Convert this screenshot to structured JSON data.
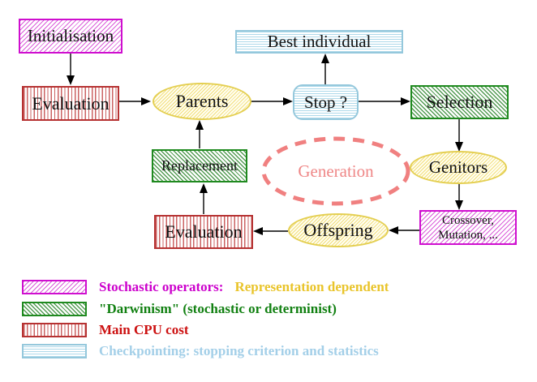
{
  "nodes": {
    "initialisation": "Initialisation",
    "evaluation_top": "Evaluation",
    "parents": "Parents",
    "stop": "Stop ?",
    "best_individual": "Best individual",
    "selection": "Selection",
    "genitors": "Genitors",
    "crossover_line1": "Crossover,",
    "crossover_line2": "Mutation, ...",
    "offspring": "Offspring",
    "evaluation_bottom": "Evaluation",
    "replacement": "Replacement",
    "generation": "Generation"
  },
  "legend": {
    "stochastic_label": "Stochastic operators:",
    "stochastic_extra": "Representation dependent",
    "darwinism_label": "\"Darwinism\" (stochastic or determinist)",
    "cpu_label": "Main CPU cost",
    "checkpointing_label": "Checkpointing: stopping criterion and statistics"
  },
  "colors": {
    "magenta": "#cc00cc",
    "red": "#b63232",
    "green": "#1f8a1f",
    "yellow": "#e4cf52",
    "cyan": "#95c8dc",
    "salmon": "#f08080",
    "gold_text": "#e9c42a",
    "green_text": "#118011",
    "red_text": "#cc1111",
    "light_blue_text": "#a3cfe8",
    "node_text": "#111111"
  }
}
